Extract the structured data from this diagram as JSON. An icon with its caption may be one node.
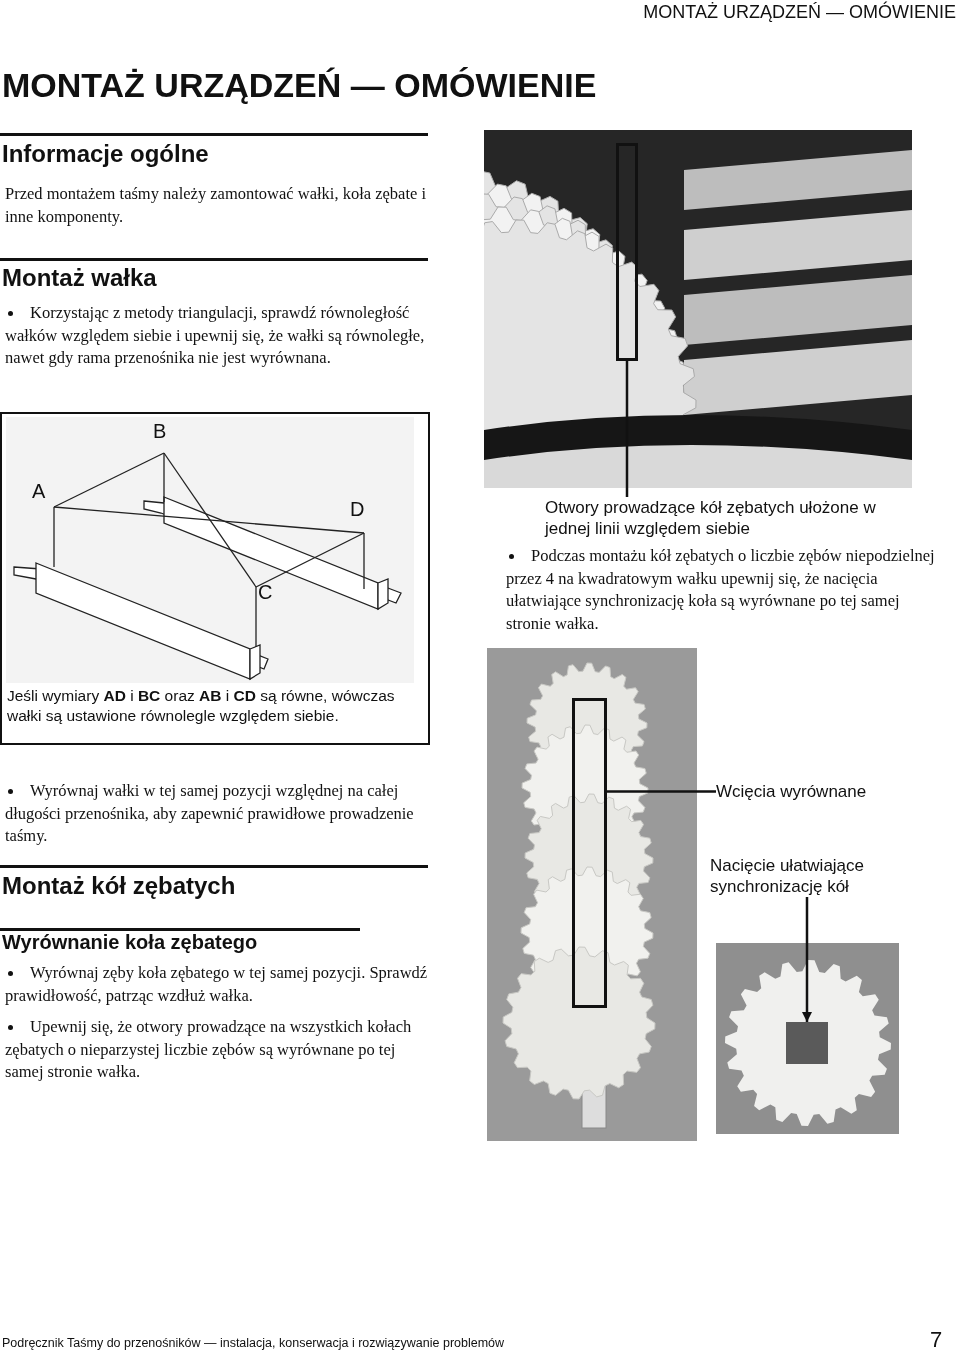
{
  "diagram": {
    "title": "MONTAŻ URZĄDZEŃ — OMÓWIENIE",
    "nodes": [
      {
        "text": [],
        "shape": "picture"
      },
      {
        "text": [],
        "shape": "box",
        "in": 0
      },
      {
        "text": [
          "Otwory prowadzące kół zębatych ułożone w jednej linii względem siebie"
        ]
      },
      {
        "text": [
          "Jeśli wymiary **AD** i **BC** oraz **AB** i **CD** są równe, wówczas wałki są ustawione równolegle względem siebie."
        ]
      },
      {
        "text": [],
        "shape": "picture"
      },
      {
        "text": [],
        "shape": "box",
        "in": 4
      },
      {
        "text": [
          "Wcięcia wyrównane"
        ]
      },
      {
        "text": [],
        "shape": "picture"
      },
      {
        "text": [],
        "shape": "box",
        "in": 7
      },
      {
        "text": [
          "Nacięcie ułatwiające synchronizację kół"
        ]
      }
    ],
    "edges": [
      {
        "from": 2,
        "to": 1,
        "arrow": "none"
      },
      {
        "from": 6,
        "to": 5,
        "arrow": "none"
      },
      {
        "from": 9,
        "to": 8,
        "arrow": "to"
      }
    ],
    "labels": [
      "MONTAŻ URZĄDZEŃ — OMÓWIENIE",
      "Informacje ogólne",
      "Przed montażem taśmy należy zamontować wałki, koła zębate i inne komponenty.",
      "Montaż wałka",
      "Korzystając z metody triangulacji, sprawdź równoległość wałków względem siebie i upewnij się, że wałki są równoległe, nawet gdy rama przenośnika nie jest wyrównana.",
      "B",
      "A",
      "D",
      "C",
      "Podczas montażu kół zębatych o liczbie zębów niepodzielnej przez 4 na kwadratowym wałku upewnij się, że nacięcia ułatwiające synchronizację koła są wyrównane po tej samej stronie wałka.",
      "Wyrównaj wałki w tej samej pozycji względnej na całej długości przenośnika, aby zapewnić prawidłowe prowadzenie taśmy.",
      "Montaż kół zębatych",
      "Wyrównanie koła zębatego",
      "Wyrównaj zęby koła zębatego w tej samej pozycji. Sprawdź prawidłowość, patrząc wzdłuż wałka.",
      "Upewnij się, że otwory prowadzące na wszystkich kołach zębatych o nieparzystej liczbie zębów są wyrównane po tej samej stronie wałka.",
      "Podręcznik Taśmy do przenośników — instalacja, konserwacja i rozwiązywanie problemów",
      "7"
    ]
  }
}
